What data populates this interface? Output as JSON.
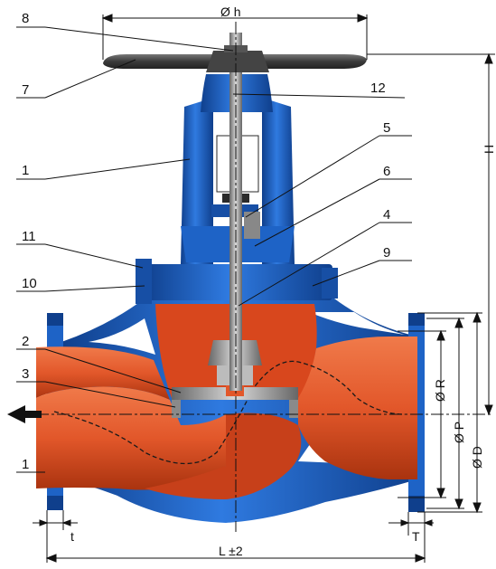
{
  "callouts": [
    "8",
    "7",
    "12",
    "5",
    "1",
    "6",
    "4",
    "11",
    "9",
    "10",
    "2",
    "3",
    "1"
  ],
  "dimensions": {
    "handwheel_diameter": "Ø h",
    "height": "H",
    "bore_R": "Ø R",
    "bolt_circle_P": "Ø P",
    "flange_D": "Ø D",
    "length": "L ±2",
    "flange_thickness_t": "t",
    "flange_T": "T"
  },
  "colors": {
    "body": "#1e63c6",
    "body_dark": "#0f3f8c",
    "internal": "#e2572a",
    "internal_dark": "#b13915",
    "steel": "#a3a3a3",
    "steel_dark": "#555555",
    "lines": "#111111"
  },
  "icons": [
    "flow-arrow-icon"
  ]
}
